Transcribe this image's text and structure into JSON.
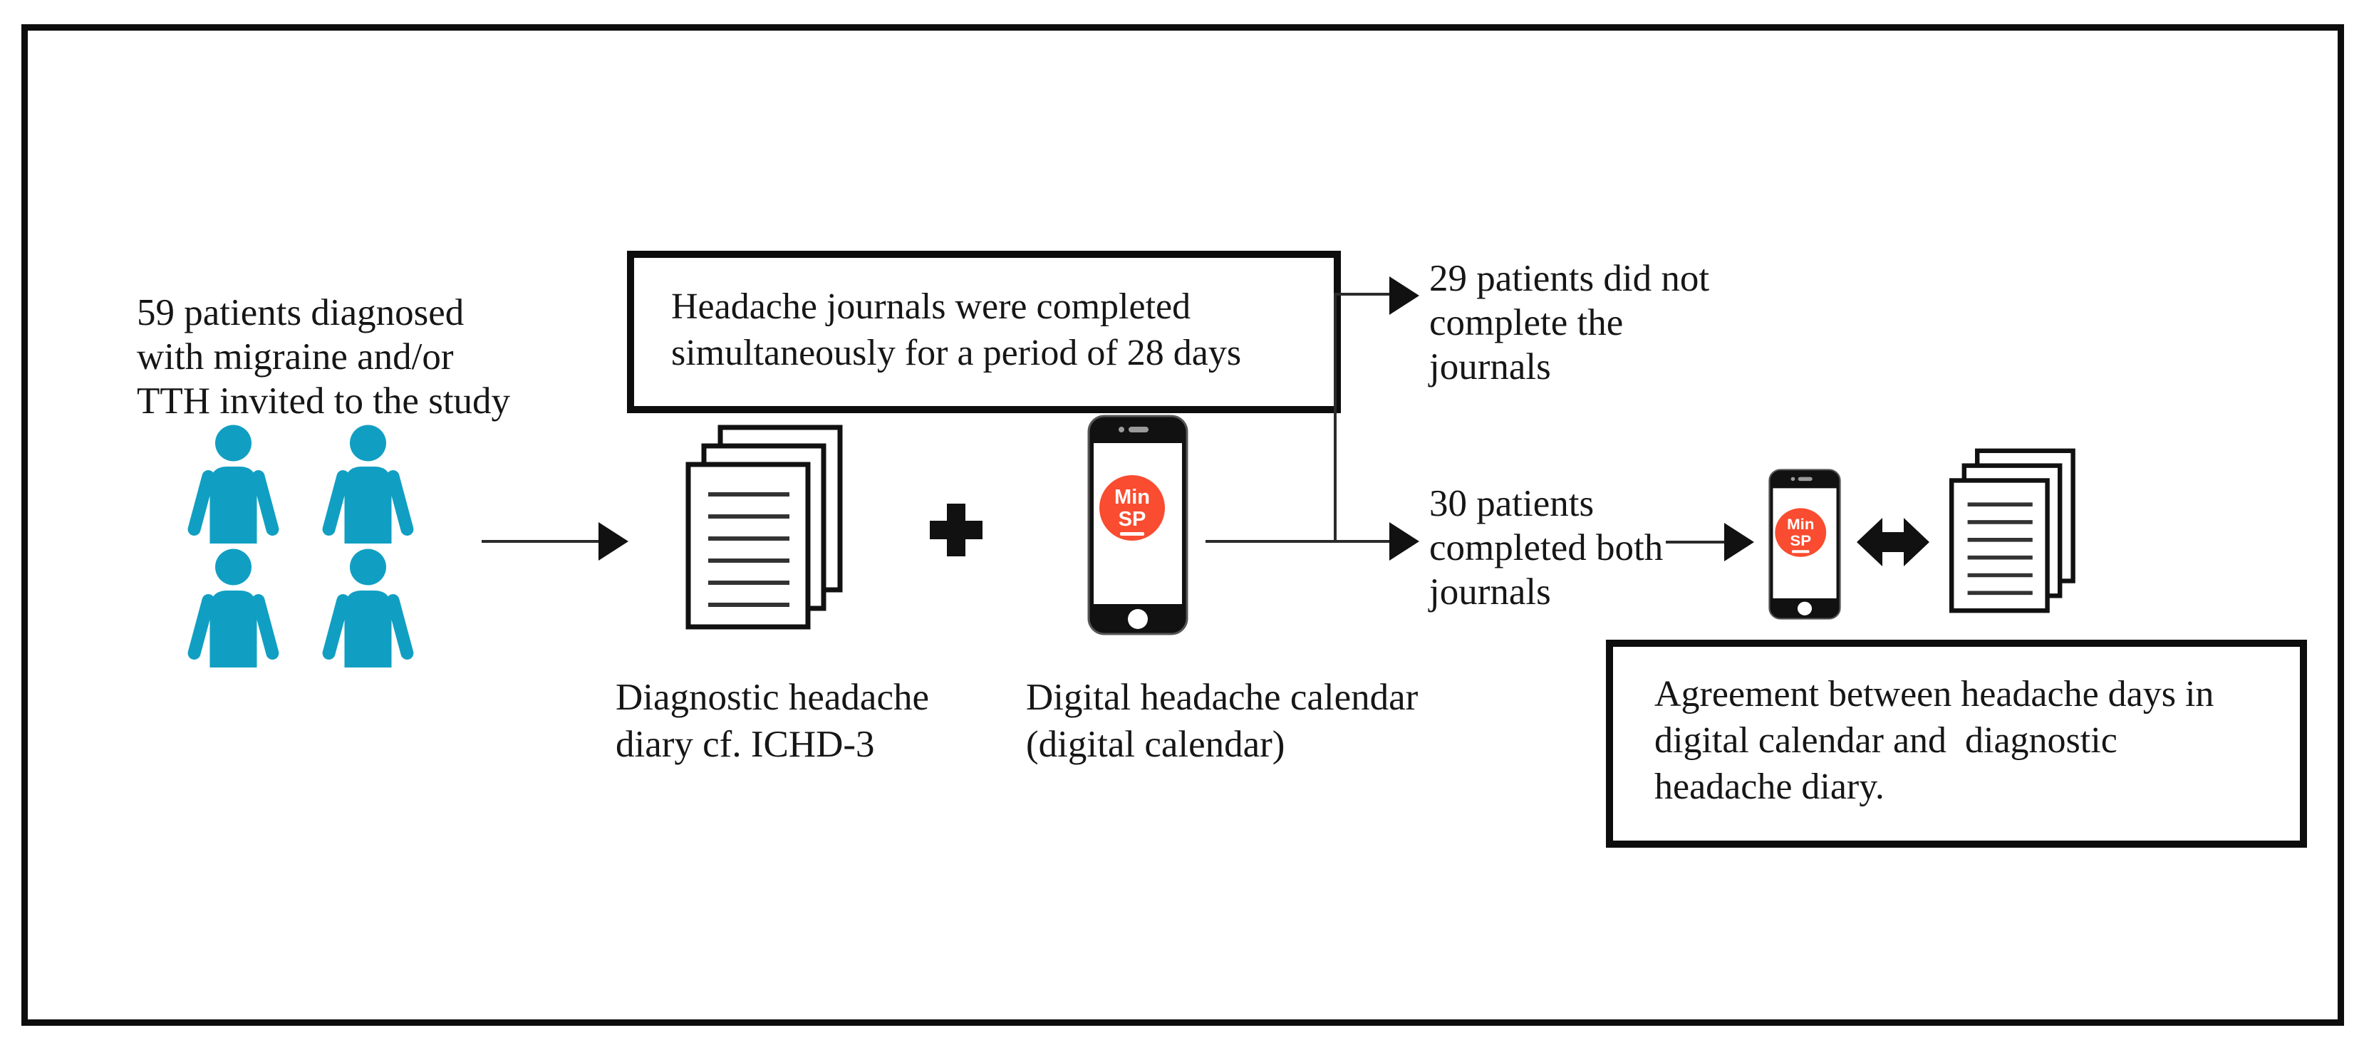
{
  "figure": {
    "invited": {
      "lines": [
        "59 patients diagnosed",
        "with migraine and/or",
        "TTH invited to the study"
      ]
    },
    "protocol_box": {
      "lines": [
        "Headache journals were completed",
        "simultaneously for a period of 28 days"
      ]
    },
    "diary_label": {
      "lines": [
        "Diagnostic headache",
        "diary cf. ICHD-3"
      ]
    },
    "calendar_label": {
      "lines": [
        "Digital headache calendar",
        "(digital calendar)"
      ]
    },
    "dropout": {
      "lines": [
        "29 patients did not",
        "complete the",
        "journals"
      ]
    },
    "completers": {
      "lines": [
        "30 patients",
        "completed both",
        "journals"
      ]
    },
    "agreement_box": {
      "lines": [
        "Agreement between headache days in",
        "digital calendar and  diagnostic",
        "headache diary."
      ]
    },
    "app_logo": {
      "top": "Min",
      "bottom": "SP"
    },
    "icons": {
      "patient_group": "four-patient-pictograms",
      "paper_diary": "stacked-paper-pages-icon",
      "plus": "plus-icon",
      "smartphone": "smartphone-with-app-icon",
      "comparison": "double-headed-arrow-icon",
      "flow_arrows": "right-arrow-icon"
    },
    "colors": {
      "patient_icon": "#109fc2",
      "app_logo_circle": "#f94c30",
      "outline": "#0d0d0d",
      "connector_line": "#2b2b2b"
    }
  }
}
